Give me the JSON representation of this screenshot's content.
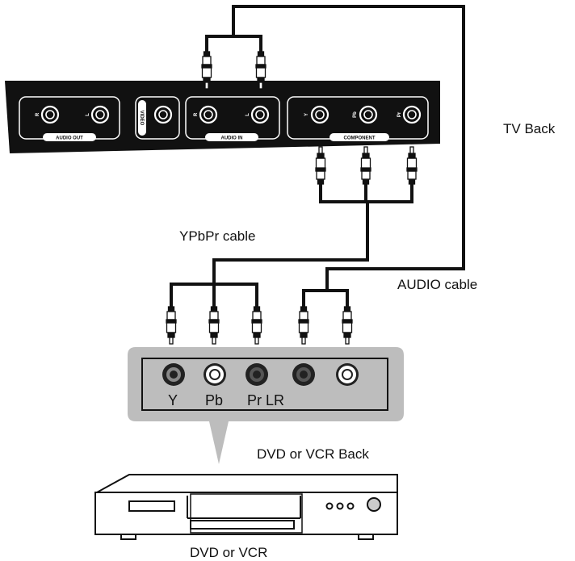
{
  "labels": {
    "tv_back": "TV Back",
    "ypbpr_cable": "YPbPr cable",
    "audio_cable": "AUDIO cable",
    "dvd_vcr_back": "DVD or VCR Back",
    "dvd_vcr": "DVD or VCR"
  },
  "tv_panel": {
    "audio_out": "AUDIO OUT",
    "video": "VIDEO",
    "audio_in": "AUDIO IN",
    "component": "COMPONENT",
    "r": "R",
    "l": "L",
    "y": "Y",
    "pb": "Pb",
    "pr": "Pr"
  },
  "dvd_jacks": {
    "y": "Y",
    "pb": "Pb",
    "pr_lr": "Pr LR"
  },
  "colors": {
    "panel": "#111111",
    "bubble": "#bdbdbd",
    "cable": "#111111"
  }
}
